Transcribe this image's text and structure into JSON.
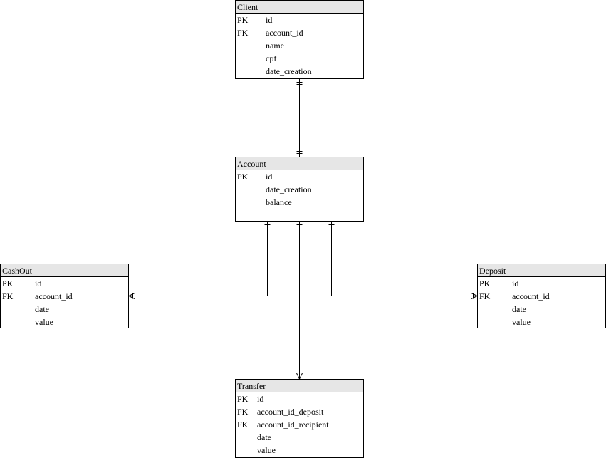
{
  "diagram": {
    "entities": {
      "client": {
        "title": "Client",
        "rows": [
          {
            "key": "PK",
            "field": "id"
          },
          {
            "key": "FK",
            "field": "account_id"
          },
          {
            "key": "",
            "field": "name"
          },
          {
            "key": "",
            "field": "cpf"
          },
          {
            "key": "",
            "field": "date_creation"
          }
        ]
      },
      "account": {
        "title": "Account",
        "rows": [
          {
            "key": "PK",
            "field": "id"
          },
          {
            "key": "",
            "field": "date_creation"
          },
          {
            "key": "",
            "field": "balance"
          }
        ]
      },
      "cashout": {
        "title": "CashOut",
        "rows": [
          {
            "key": "PK",
            "field": "id"
          },
          {
            "key": "FK",
            "field": "account_id"
          },
          {
            "key": "",
            "field": "date"
          },
          {
            "key": "",
            "field": "value"
          }
        ]
      },
      "deposit": {
        "title": "Deposit",
        "rows": [
          {
            "key": "PK",
            "field": "id"
          },
          {
            "key": "FK",
            "field": "account_id"
          },
          {
            "key": "",
            "field": "date"
          },
          {
            "key": "",
            "field": "value"
          }
        ]
      },
      "transfer": {
        "title": "Transfer",
        "rows": [
          {
            "key": "PK",
            "field": "id"
          },
          {
            "key": "FK",
            "field": "account_id_deposit"
          },
          {
            "key": "FK",
            "field": "account_id_recipient"
          },
          {
            "key": "",
            "field": "date"
          },
          {
            "key": "",
            "field": "value"
          }
        ]
      }
    },
    "relationships": [
      {
        "from": "Client",
        "to": "Account",
        "from_cardinality": "one-and-only-one",
        "to_cardinality": "one-and-only-one"
      },
      {
        "from": "Account",
        "to": "CashOut",
        "from_cardinality": "one-and-only-one",
        "to_cardinality": "one-or-many"
      },
      {
        "from": "Account",
        "to": "Transfer",
        "from_cardinality": "one-and-only-one",
        "to_cardinality": "one-or-many"
      },
      {
        "from": "Account",
        "to": "Deposit",
        "from_cardinality": "one-and-only-one",
        "to_cardinality": "one-or-many"
      }
    ],
    "colors": {
      "header_fill": "#e6e6e6",
      "border": "#000000",
      "background": "#ffffff"
    }
  }
}
